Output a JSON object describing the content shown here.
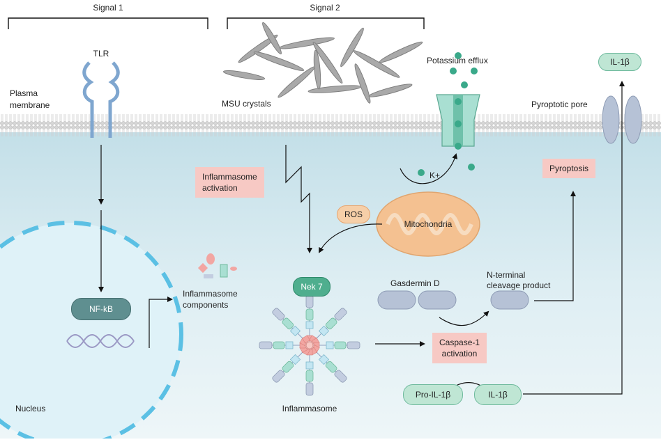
{
  "signals": {
    "signal1": "Signal 1",
    "signal2": "Signal 2"
  },
  "membrane": {
    "label_line1": "Plasma",
    "label_line2": "membrane"
  },
  "tlr": "TLR",
  "msu": "MSU crystals",
  "potassium_efflux": "Potassium efflux",
  "k_plus": "K+",
  "il1b_top": "IL-1β",
  "pyroptotic_pore": "Pyroptotic pore",
  "pyroptosis": "Pyroptosis",
  "inflammasome_activation": {
    "line1": "Inflammasome",
    "line2": "activation"
  },
  "ros": "ROS",
  "mitochondria": "Mitochondria",
  "nek7": "Nek 7",
  "gasdermin_d": "Gasdermin D",
  "n_terminal": {
    "line1": "N-terminal",
    "line2": "cleavage product"
  },
  "caspase1": {
    "line1": "Caspase-1",
    "line2": "activation"
  },
  "inflammasome_components": {
    "line1": "Inflammasome",
    "line2": "components"
  },
  "nfkb": "NF-kB",
  "inflammasome": "Inflammasome",
  "pro_il1b": "Pro-IL-1β",
  "il1b_mid": "IL-1β",
  "nucleus": "Nucleus",
  "colors": {
    "cytoplasm_top": "#c9e3ea",
    "cytoplasm_bottom": "#eef6f8",
    "nucleus_fill": "#dff2f8",
    "nucleus_border": "#5bc0e4",
    "teal_dot": "#3aa98a",
    "receptor": "#7fa6cf",
    "mito": "#f4c191",
    "pink_box": "#f7c9c4"
  }
}
